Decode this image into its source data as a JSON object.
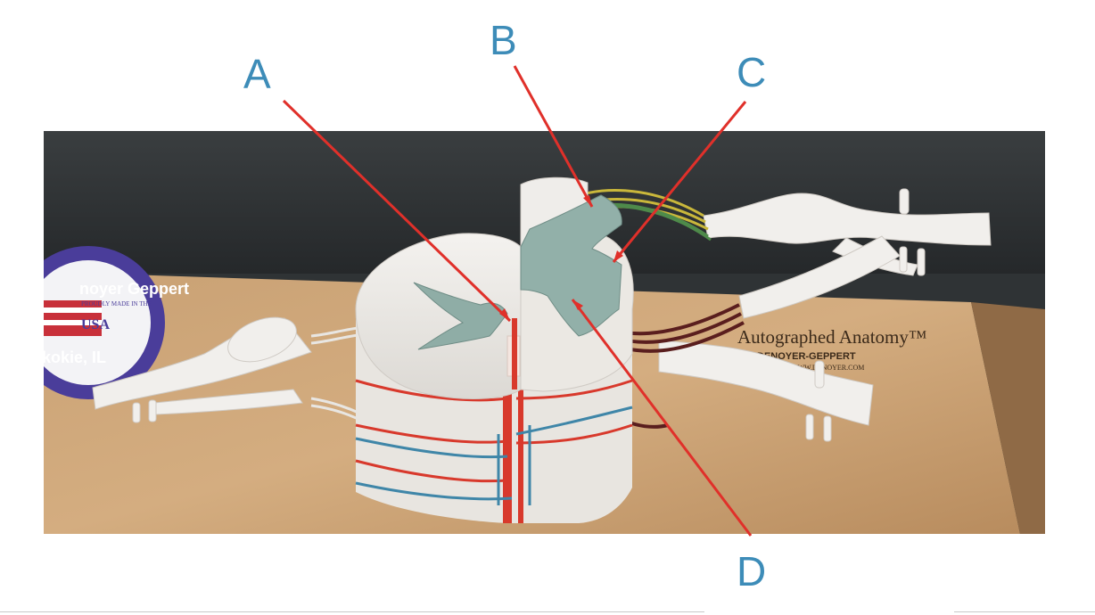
{
  "labels": {
    "a": "A",
    "b": "B",
    "c": "C",
    "d": "D"
  },
  "photo_text": {
    "sticker_top": "noyer Geppert",
    "sticker_flag": "PROUDLY MADE IN THE",
    "sticker_usa": "USA",
    "sticker_bottom": "kokie, IL",
    "brand": "Autographed Anatomy™",
    "maker": "DENOYER-GEPPERT",
    "url": "WWW.DENOYER.COM"
  },
  "colors": {
    "label": "#3d8cb8",
    "pointer": "#e0302a",
    "grey_matter": "#8fada6",
    "artery": "#d8392c",
    "vein": "#3f86a8"
  }
}
